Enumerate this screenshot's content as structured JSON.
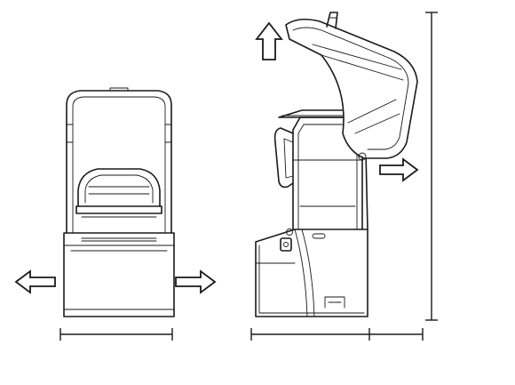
{
  "diagram": {
    "views": [
      {
        "id": "front-view"
      },
      {
        "id": "side-view-lid-open"
      }
    ],
    "arrows": [
      {
        "id": "left-clearance",
        "direction": "left"
      },
      {
        "id": "right-clearance",
        "direction": "right"
      },
      {
        "id": "lid-up",
        "direction": "up"
      },
      {
        "id": "rear-clearance",
        "direction": "right"
      }
    ],
    "dimensions": [
      {
        "id": "front-width",
        "orientation": "horizontal"
      },
      {
        "id": "side-depth",
        "orientation": "horizontal"
      },
      {
        "id": "rear-clearance-depth",
        "orientation": "horizontal"
      },
      {
        "id": "open-height",
        "orientation": "vertical"
      }
    ],
    "colors": {
      "line": "#1a1a1a",
      "background": "#ffffff"
    }
  }
}
